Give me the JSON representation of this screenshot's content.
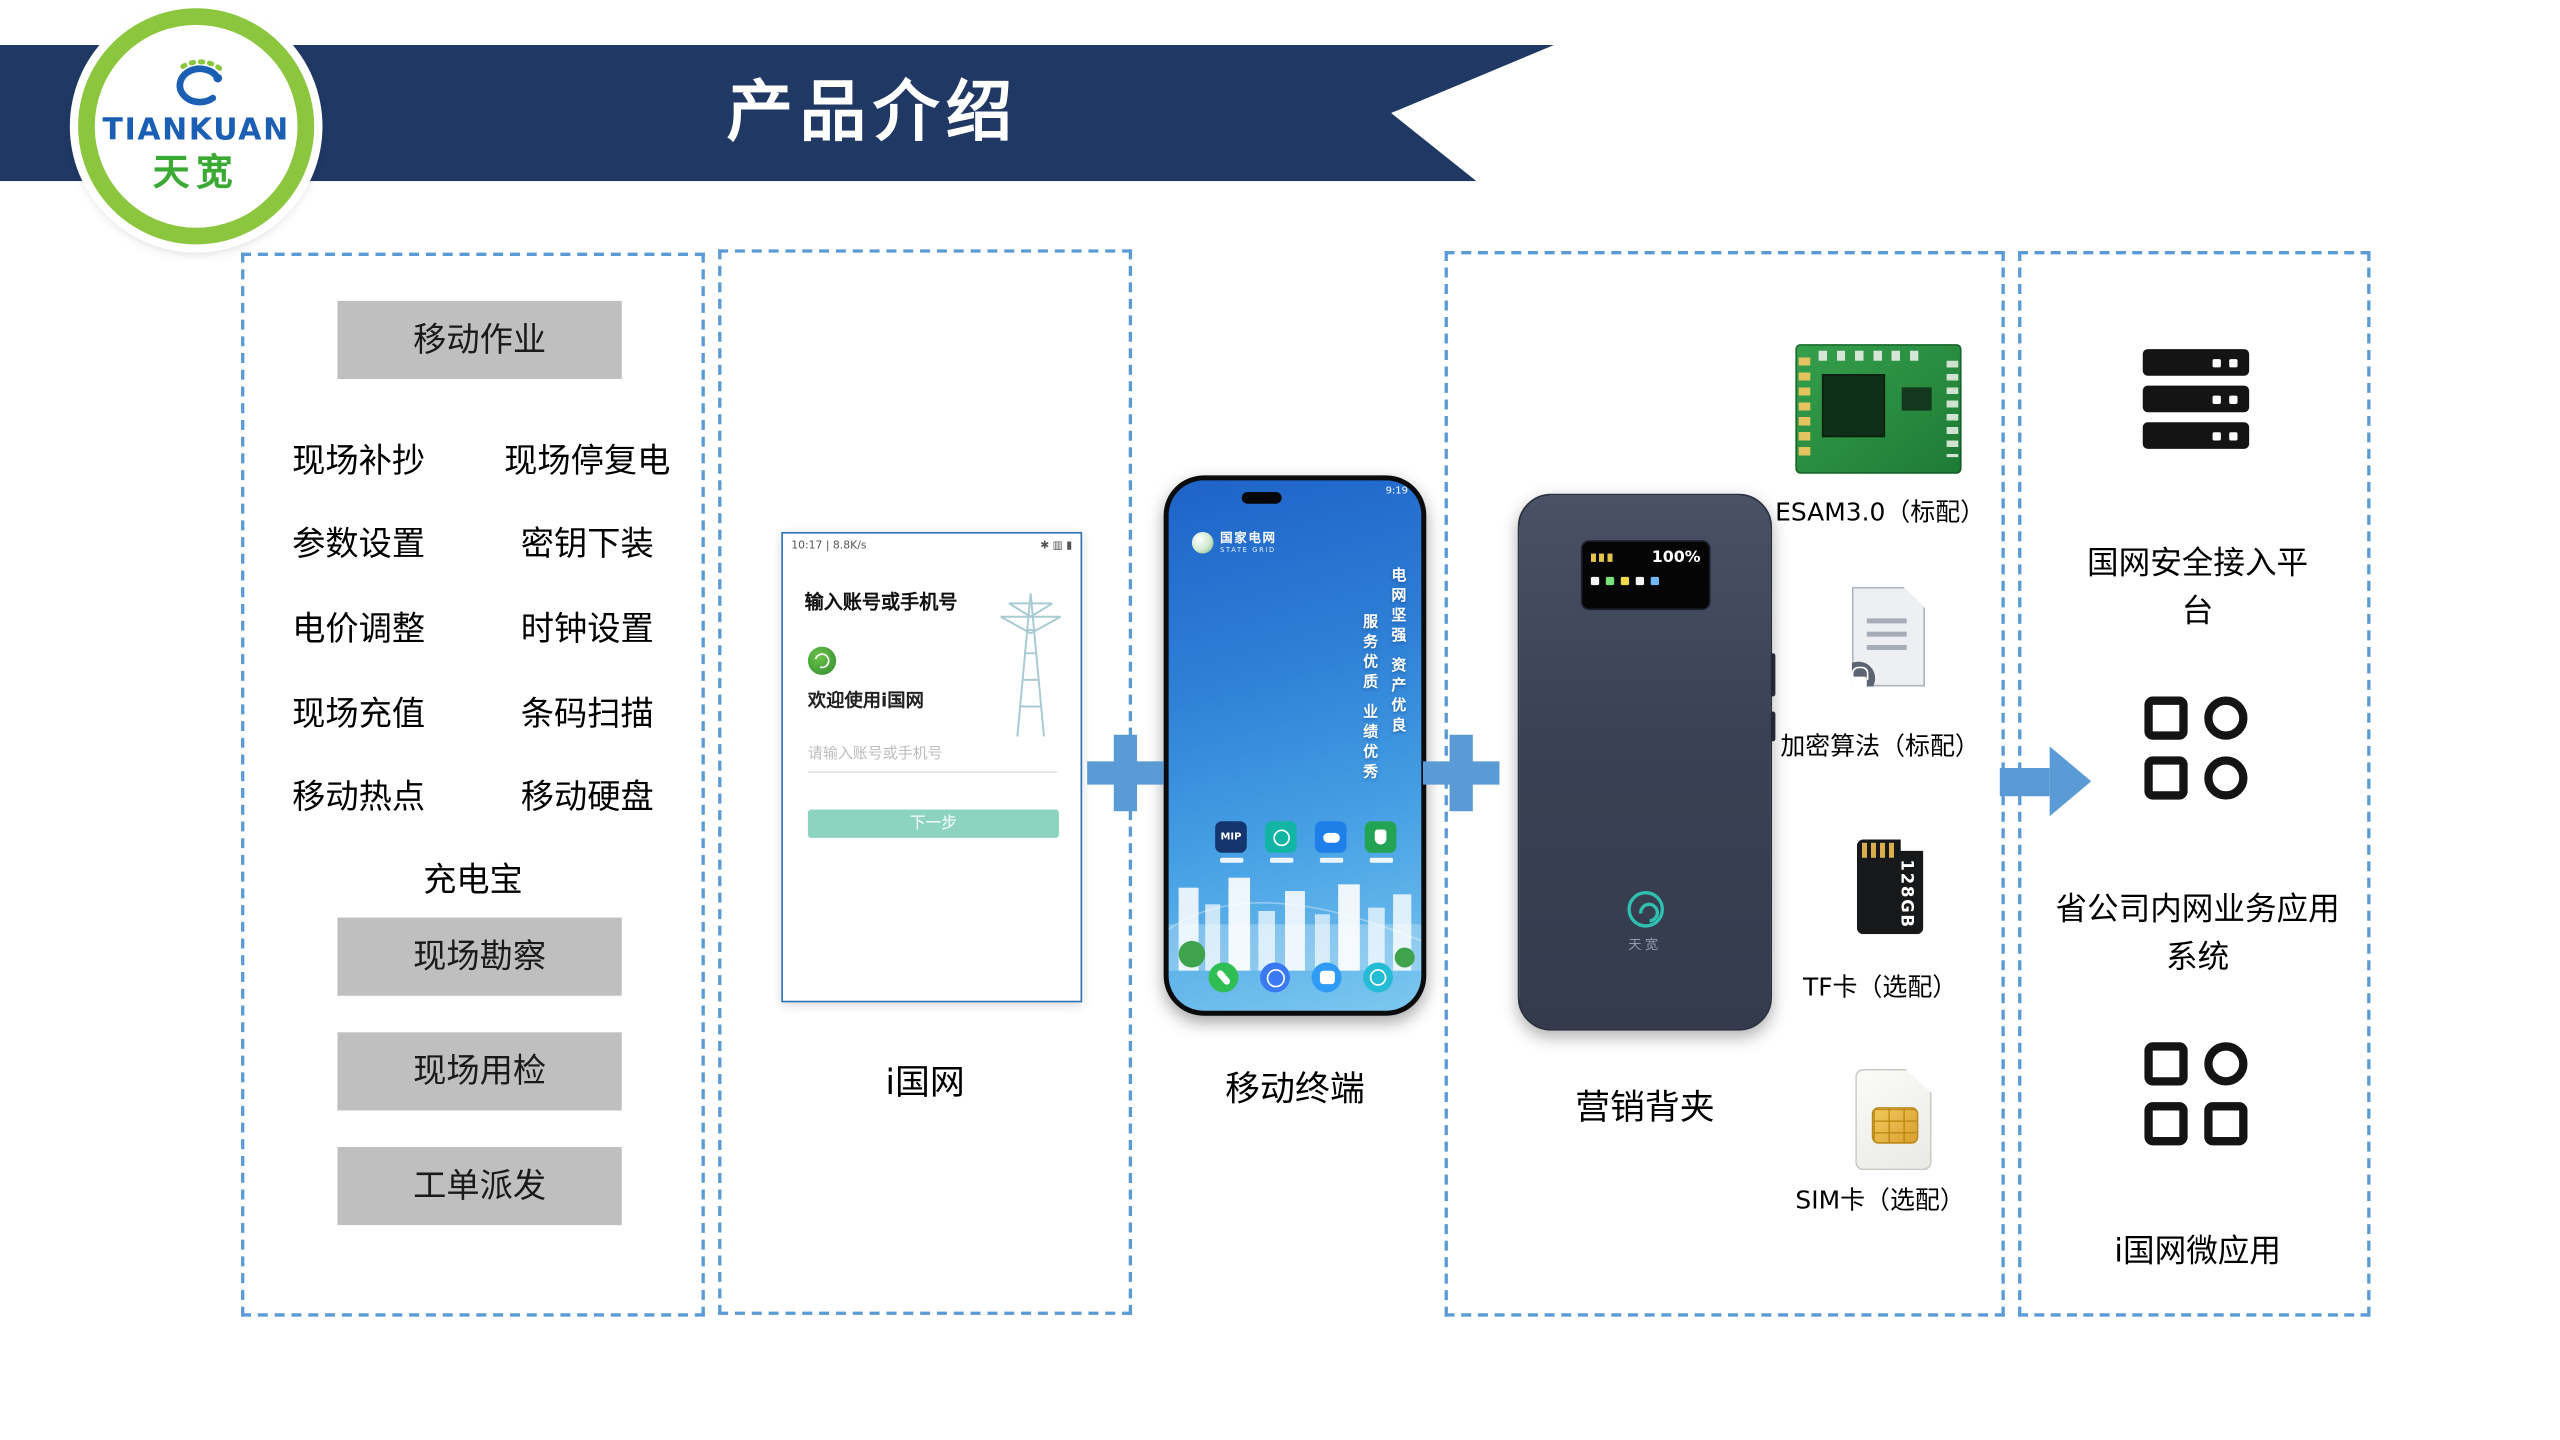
{
  "header": {
    "title": "产品介绍"
  },
  "logo": {
    "name_en": "TIANKUAN",
    "name_cn": "天宽"
  },
  "mobile_ops": {
    "header": "移动作业",
    "rows": [
      [
        "现场补抄",
        "现场停复电"
      ],
      [
        "参数设置",
        "密钥下装"
      ],
      [
        "电价调整",
        "时钟设置"
      ],
      [
        "现场充值",
        "条码扫描"
      ],
      [
        "移动热点",
        "移动硬盘"
      ]
    ],
    "single": "充电宝",
    "boxes": [
      "现场勘察",
      "现场用检",
      "工单派发"
    ]
  },
  "app_panel": {
    "caption": "i国网",
    "screen": {
      "status_left": "10:17 | 8.8K/s",
      "status_right": "✱ ▥ ▮",
      "title": "输入账号或手机号",
      "welcome": "欢迎使用i国网",
      "placeholder": "请输入账号或手机号",
      "next_button": "下一步"
    }
  },
  "terminal": {
    "caption": "移动终端",
    "time": "9:19",
    "brand_cn": "国家电网",
    "brand_en": "STATE GRID",
    "slogan_right": "电网坚强 资产优良",
    "slogan_left": "服务优质 业绩优秀",
    "app_mip": "MIP"
  },
  "back_clip": {
    "caption": "营销背夹",
    "battery": "100%",
    "device_label": "天宽"
  },
  "components": [
    {
      "label": "ESAM3.0（标配）"
    },
    {
      "label": "加密算法（标配）"
    },
    {
      "label": "TF卡（选配）",
      "capacity": "128GB"
    },
    {
      "label": "SIM卡（选配）"
    }
  ],
  "platform": {
    "item1": "国网安全接入平台",
    "item2": "省公司内网业务应用系统",
    "item3": "i国网微应用"
  },
  "colors": {
    "banner": "#1F3864",
    "accent_blue": "#5B9BD5",
    "gray_box": "#BFBFBF",
    "logo_green": "#8CC63E",
    "logo_blue": "#1A5FB4",
    "button_teal": "#8CD4BF"
  }
}
